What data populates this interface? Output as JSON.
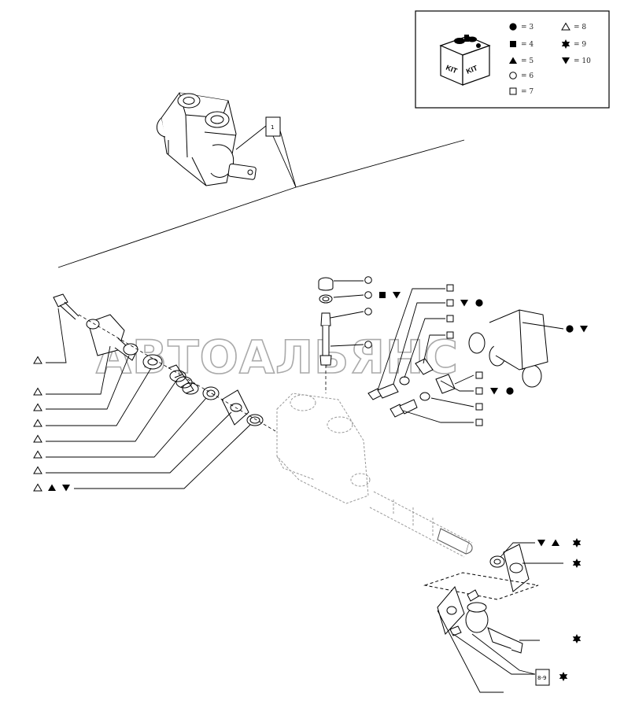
{
  "legend": {
    "kit_label": "KIT",
    "items": [
      {
        "symbol": "filled-circle",
        "value": "= 3"
      },
      {
        "symbol": "filled-square",
        "value": "= 4"
      },
      {
        "symbol": "filled-triangle",
        "value": "= 5"
      },
      {
        "symbol": "hollow-circle",
        "value": "= 6"
      },
      {
        "symbol": "hollow-square",
        "value": "= 7"
      },
      {
        "symbol": "hollow-triangle",
        "value": "= 8"
      },
      {
        "symbol": "star",
        "value": "= 9"
      },
      {
        "symbol": "filled-triangle-down",
        "value": "= 10"
      }
    ]
  },
  "ref_box": {
    "label": "1"
  },
  "small_ref_box": {
    "label": "8-9"
  },
  "watermark": {
    "text": "АВТОАЛЬЯНС"
  }
}
